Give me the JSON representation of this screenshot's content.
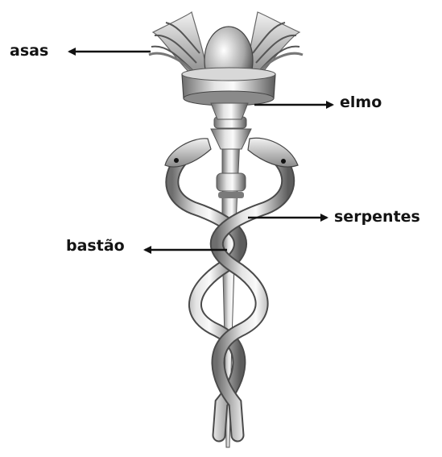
{
  "labels": {
    "wings": "asas",
    "helmet": "elmo",
    "serpents": "serpentes",
    "staff": "bastão"
  },
  "colors": {
    "text": "#141414",
    "arrow": "#111111",
    "background": "#ffffff"
  },
  "icons": {
    "figure": "caduceus"
  }
}
